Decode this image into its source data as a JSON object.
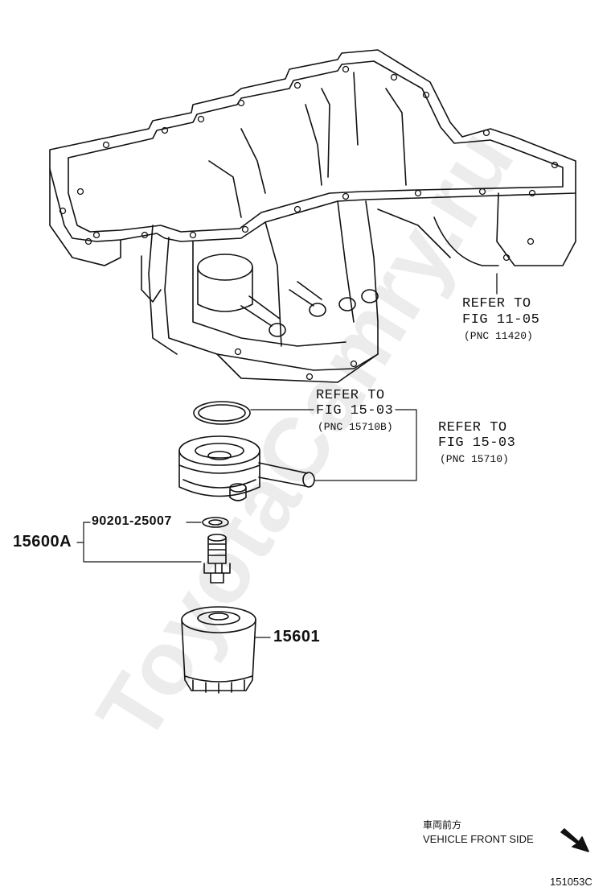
{
  "watermark": "ToyotaCamry.ru",
  "callouts": {
    "oil_pan": {
      "line1": "REFER TO",
      "line2": "FIG 11-05",
      "pnc": "(PNC 11420)"
    },
    "gasket": {
      "line1": "REFER TO",
      "line2": "FIG 15-03",
      "pnc": "(PNC 15710B)"
    },
    "cooler": {
      "line1": "REFER TO",
      "line2": "FIG 15-03",
      "pnc": "(PNC 15710)"
    }
  },
  "parts": {
    "union_assy": "15600A",
    "washer": "90201-25007",
    "filter": "15601"
  },
  "direction": {
    "japanese": "車両前方",
    "english": "VEHICLE FRONT SIDE"
  },
  "figure_number": "151053C"
}
